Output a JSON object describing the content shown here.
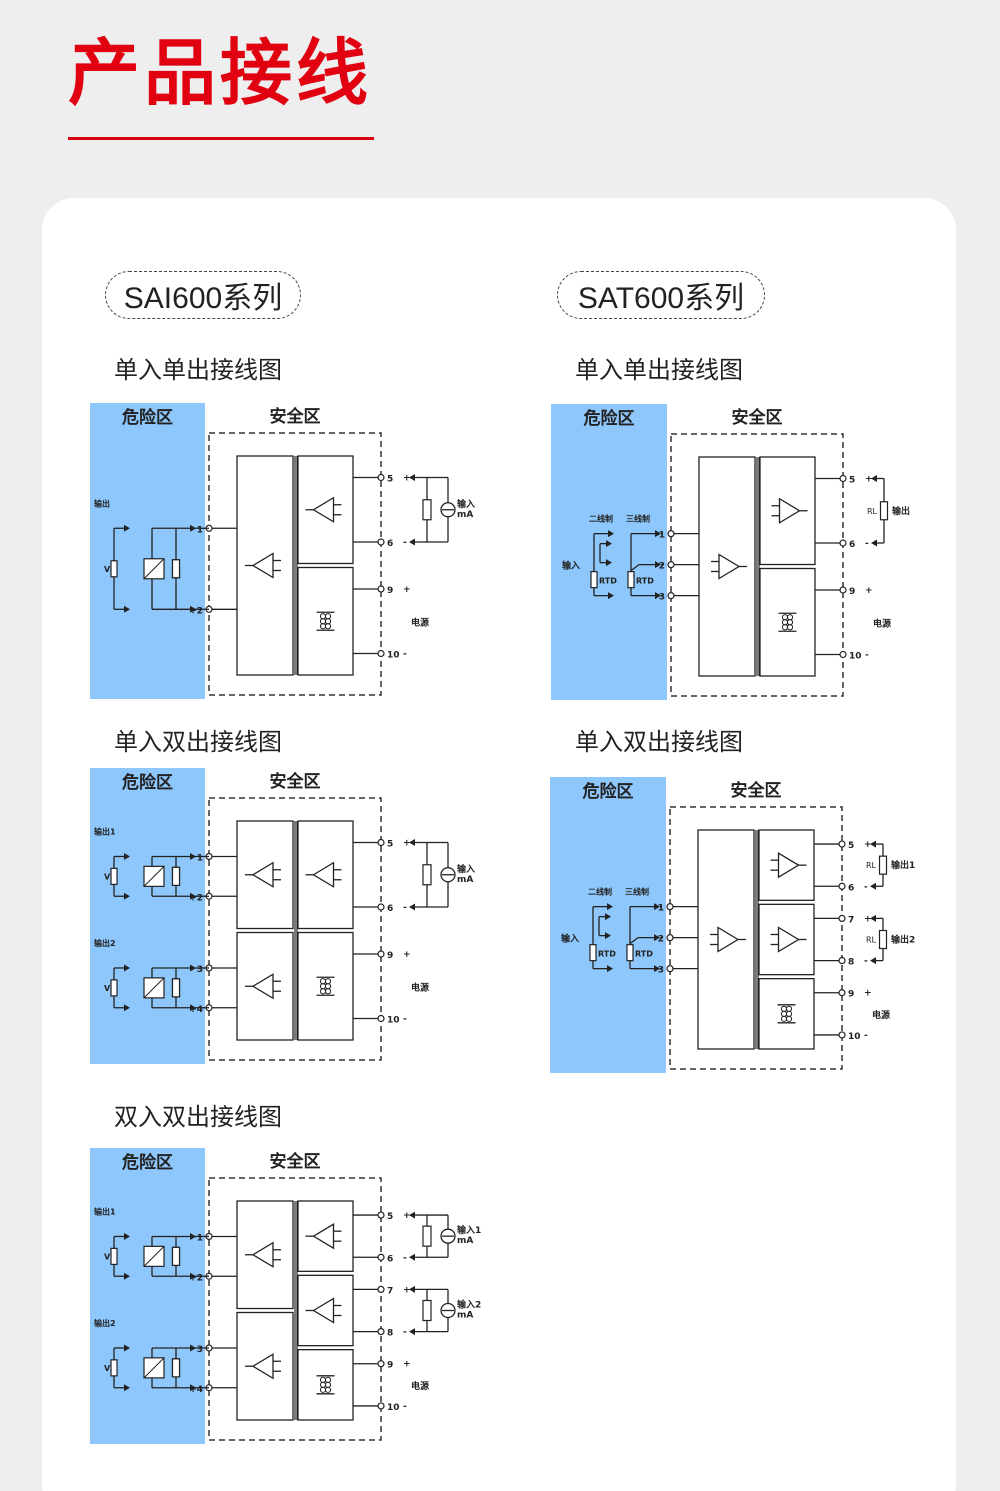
{
  "page": {
    "title": "产品接线",
    "accent_color": "#e00010",
    "hazard_color": "#8ec7fb"
  },
  "series": [
    {
      "id": "sai600",
      "label": "SAI600系列"
    },
    {
      "id": "sat600",
      "label": "SAT600系列"
    }
  ],
  "diagrams": [
    {
      "id": "sai-single-single",
      "series": "sai600",
      "title": "单入单出接线图",
      "zone_hazard": "危险区",
      "zone_safe": "安全区",
      "variant": "sai",
      "hazard_channels": [
        {
          "label": "输出",
          "terminals": [
            "1",
            "2"
          ],
          "source_label": "V"
        }
      ],
      "left_blocks": [
        {
          "terminals": [
            "1",
            "2"
          ]
        }
      ],
      "right_blocks": [
        {
          "kind": "amp-in",
          "terminals": [
            "5",
            "6"
          ],
          "signs": [
            "+",
            "-"
          ],
          "load": "input-ma",
          "load_label": [
            "输入",
            "mA"
          ]
        },
        {
          "kind": "power",
          "terminals": [
            "9",
            "10"
          ],
          "signs": [
            "+",
            "-"
          ],
          "load": "power",
          "load_label": [
            "电源"
          ]
        }
      ]
    },
    {
      "id": "sat-single-single",
      "series": "sat600",
      "title": "单入单出接线图",
      "zone_hazard": "危险区",
      "zone_safe": "安全区",
      "variant": "sat",
      "hazard_input": {
        "label": "输入",
        "two_wire": "二线制",
        "three_wire": "三线制",
        "rtd": "RTD",
        "terminals": [
          "1",
          "2",
          "3"
        ]
      },
      "right_blocks": [
        {
          "kind": "amp-out",
          "terminals": [
            "5",
            "6"
          ],
          "signs": [
            "+",
            "-"
          ],
          "load": "rl",
          "load_label": [
            "RL",
            "输出"
          ]
        },
        {
          "kind": "power",
          "terminals": [
            "9",
            "10"
          ],
          "signs": [
            "+",
            "-"
          ],
          "load": "power",
          "load_label": [
            "电源"
          ]
        }
      ]
    },
    {
      "id": "sai-single-dual",
      "series": "sai600",
      "title": "单入双出接线图",
      "zone_hazard": "危险区",
      "zone_safe": "安全区",
      "variant": "sai",
      "hazard_channels": [
        {
          "label": "输出1",
          "terminals": [
            "1",
            "2"
          ],
          "source_label": "V"
        },
        {
          "label": "输出2",
          "terminals": [
            "3",
            "4"
          ],
          "source_label": "V"
        }
      ],
      "left_blocks": [
        {
          "terminals": [
            "1",
            "2"
          ]
        },
        {
          "terminals": [
            "3",
            "4"
          ]
        }
      ],
      "right_blocks": [
        {
          "kind": "amp-in",
          "terminals": [
            "5",
            "6"
          ],
          "signs": [
            "+",
            "-"
          ],
          "load": "input-ma",
          "load_label": [
            "输入",
            "mA"
          ]
        },
        {
          "kind": "power",
          "terminals": [
            "9",
            "10"
          ],
          "signs": [
            "+",
            "-"
          ],
          "load": "power",
          "load_label": [
            "电源"
          ]
        }
      ]
    },
    {
      "id": "sat-single-dual",
      "series": "sat600",
      "title": "单入双出接线图",
      "zone_hazard": "危险区",
      "zone_safe": "安全区",
      "variant": "sat",
      "hazard_input": {
        "label": "输入",
        "two_wire": "二线制",
        "three_wire": "三线制",
        "rtd": "RTD",
        "terminals": [
          "1",
          "2",
          "3"
        ]
      },
      "right_blocks": [
        {
          "kind": "amp-out",
          "terminals": [
            "5",
            "6"
          ],
          "signs": [
            "+",
            "-"
          ],
          "load": "rl",
          "load_label": [
            "RL",
            "输出1"
          ]
        },
        {
          "kind": "amp-out",
          "terminals": [
            "7",
            "8"
          ],
          "signs": [
            "+",
            "-"
          ],
          "load": "rl",
          "load_label": [
            "RL",
            "输出2"
          ]
        },
        {
          "kind": "power",
          "terminals": [
            "9",
            "10"
          ],
          "signs": [
            "+",
            "-"
          ],
          "load": "power",
          "load_label": [
            "电源"
          ]
        }
      ]
    },
    {
      "id": "sai-dual-dual",
      "series": "sai600",
      "title": "双入双出接线图",
      "zone_hazard": "危险区",
      "zone_safe": "安全区",
      "variant": "sai",
      "hazard_channels": [
        {
          "label": "输出1",
          "terminals": [
            "1",
            "2"
          ],
          "source_label": "V"
        },
        {
          "label": "输出2",
          "terminals": [
            "3",
            "4"
          ],
          "source_label": "V"
        }
      ],
      "left_blocks": [
        {
          "terminals": [
            "1",
            "2"
          ]
        },
        {
          "terminals": [
            "3",
            "4"
          ]
        }
      ],
      "right_blocks": [
        {
          "kind": "amp-in",
          "terminals": [
            "5",
            "6"
          ],
          "signs": [
            "+",
            "-"
          ],
          "load": "input-ma",
          "load_label": [
            "输入1",
            "mA"
          ]
        },
        {
          "kind": "amp-in",
          "terminals": [
            "7",
            "8"
          ],
          "signs": [
            "+",
            "-"
          ],
          "load": "input-ma",
          "load_label": [
            "输入2",
            "mA"
          ]
        },
        {
          "kind": "power",
          "terminals": [
            "9",
            "10"
          ],
          "signs": [
            "+",
            "-"
          ],
          "load": "power",
          "load_label": [
            "电源"
          ]
        }
      ]
    }
  ]
}
